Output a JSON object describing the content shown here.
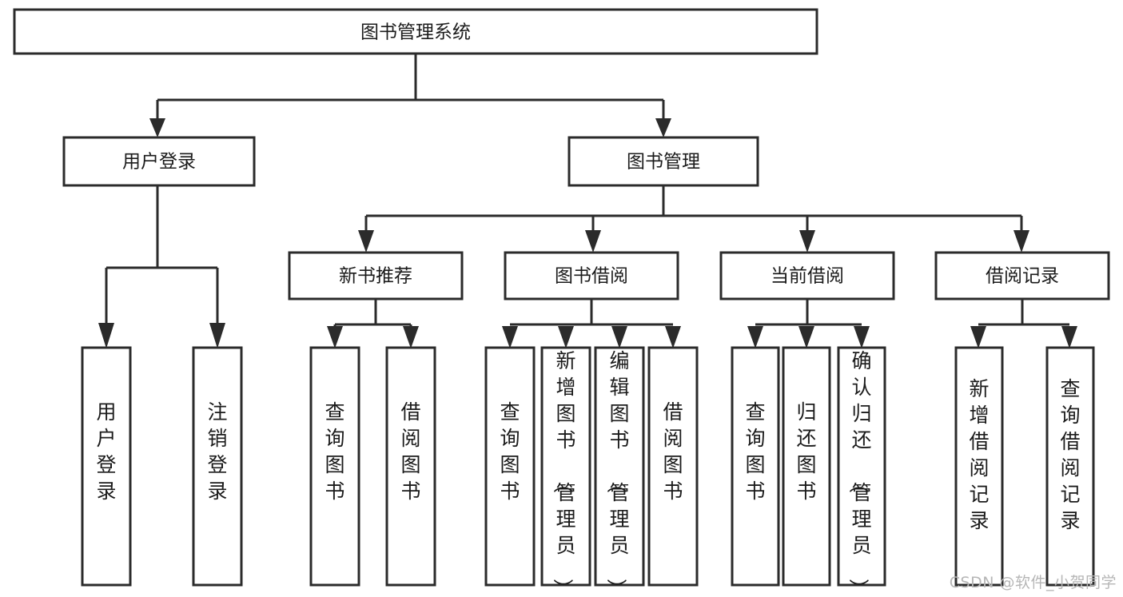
{
  "diagram": {
    "type": "tree-hierarchy",
    "title": "图书管理系统",
    "background_color": "#ffffff",
    "line_color": "#2b2b2b",
    "box_fill": "#ffffff",
    "text_color": "#1b1b1b",
    "root": {
      "label": "图书管理系统",
      "orientation": "horizontal"
    },
    "level2": [
      {
        "label": "用户登录",
        "orientation": "horizontal"
      },
      {
        "label": "图书管理",
        "orientation": "horizontal"
      }
    ],
    "level3": [
      {
        "label": "新书推荐",
        "orientation": "horizontal"
      },
      {
        "label": "图书借阅",
        "orientation": "horizontal"
      },
      {
        "label": "当前借阅",
        "orientation": "horizontal"
      },
      {
        "label": "借阅记录",
        "orientation": "horizontal"
      }
    ],
    "leaves": {
      "用户登录": [
        {
          "label": "用户登录",
          "orientation": "vertical"
        },
        {
          "label": "注销登录",
          "orientation": "vertical"
        }
      ],
      "新书推荐": [
        {
          "label": "查询图书",
          "orientation": "vertical"
        },
        {
          "label": "借阅图书",
          "orientation": "vertical"
        }
      ],
      "图书借阅": [
        {
          "label": "查询图书",
          "orientation": "vertical"
        },
        {
          "label": "新增图书（管理员）",
          "orientation": "vertical"
        },
        {
          "label": "编辑图书（管理员）",
          "orientation": "vertical"
        },
        {
          "label": "借阅图书",
          "orientation": "vertical"
        }
      ],
      "当前借阅": [
        {
          "label": "查询图书",
          "orientation": "vertical"
        },
        {
          "label": "归还图书",
          "orientation": "vertical"
        },
        {
          "label": "确认归还（管理员）",
          "orientation": "vertical"
        }
      ],
      "借阅记录": [
        {
          "label": "新增借阅记录",
          "orientation": "vertical"
        },
        {
          "label": "查询借阅记录",
          "orientation": "vertical"
        }
      ]
    }
  },
  "watermark": {
    "text": "CSDN @软件_小贺同学",
    "color": "#b6b6b6"
  }
}
